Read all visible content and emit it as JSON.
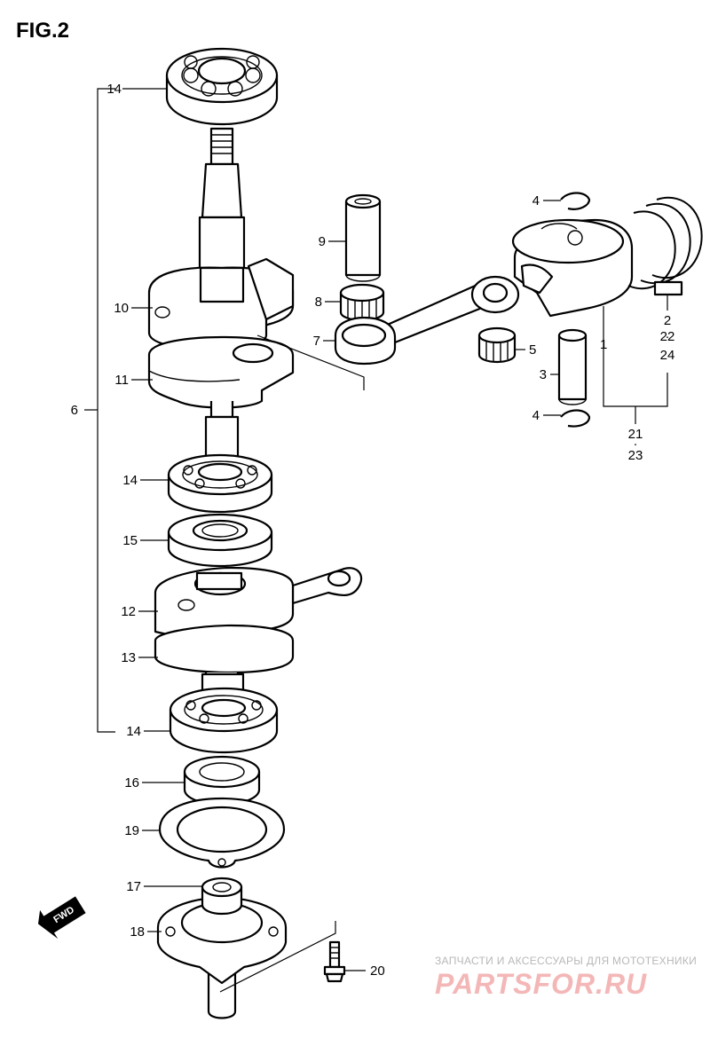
{
  "figure": {
    "title": "FIG.2"
  },
  "callouts": [
    {
      "id": "c14a",
      "text": "14"
    },
    {
      "id": "c9",
      "text": "9"
    },
    {
      "id": "c8",
      "text": "8"
    },
    {
      "id": "c7",
      "text": "7"
    },
    {
      "id": "c10",
      "text": "10"
    },
    {
      "id": "c11",
      "text": "11"
    },
    {
      "id": "c6",
      "text": "6"
    },
    {
      "id": "c14b",
      "text": "14"
    },
    {
      "id": "c15",
      "text": "15"
    },
    {
      "id": "c12",
      "text": "12"
    },
    {
      "id": "c13",
      "text": "13"
    },
    {
      "id": "c14c",
      "text": "14"
    },
    {
      "id": "c16",
      "text": "16"
    },
    {
      "id": "c19",
      "text": "19"
    },
    {
      "id": "c17",
      "text": "17"
    },
    {
      "id": "c18",
      "text": "18"
    },
    {
      "id": "c20",
      "text": "20"
    },
    {
      "id": "c4a",
      "text": "4"
    },
    {
      "id": "c5",
      "text": "5"
    },
    {
      "id": "c3",
      "text": "3"
    },
    {
      "id": "c4b",
      "text": "4"
    },
    {
      "id": "c1",
      "text": "1"
    },
    {
      "id": "c2",
      "text": "2"
    },
    {
      "id": "c22",
      "text": "22"
    },
    {
      "id": "c24",
      "text": "24"
    },
    {
      "id": "c21",
      "text": "21"
    },
    {
      "id": "c23",
      "text": "23"
    }
  ],
  "badge": {
    "text": "FWD"
  },
  "watermark": {
    "caption": "ЗАПЧАСТИ И АКСЕССУАРЫ ДЛЯ МОТОТЕХНИКИ",
    "logo": "PARTSFOR.RU"
  }
}
